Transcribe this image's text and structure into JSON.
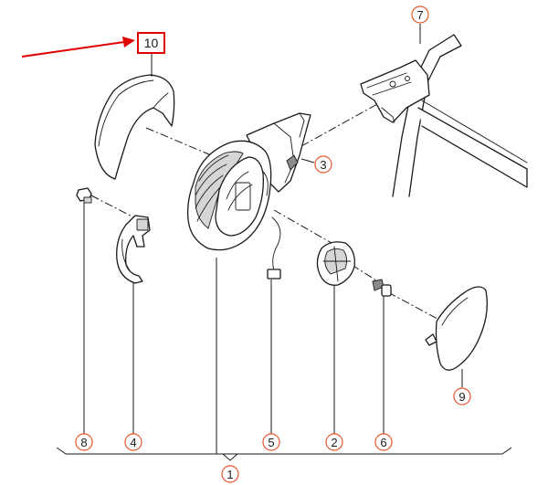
{
  "callouts": {
    "p1": "1",
    "p2": "2",
    "p3": "3",
    "p4": "4",
    "p5": "5",
    "p6": "6",
    "p7": "7",
    "p8": "8",
    "p9": "9",
    "p10": "10"
  },
  "highlight": {
    "callout": "10",
    "color": "#e00000"
  },
  "colors": {
    "callout_circle": "#e8542a",
    "line": "#1a1a1a"
  }
}
